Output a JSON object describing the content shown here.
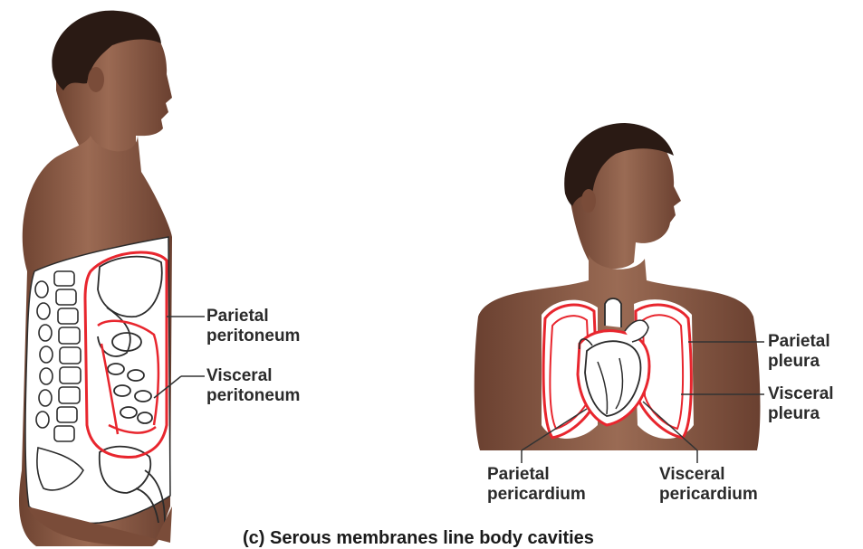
{
  "labels": {
    "parietal_peritoneum": [
      "Parietal",
      "peritoneum"
    ],
    "visceral_peritoneum": [
      "Visceral",
      "peritoneum"
    ],
    "parietal_pleura": [
      "Parietal",
      "pleura"
    ],
    "visceral_pleura": [
      "Visceral",
      "pleura"
    ],
    "parietal_pericardium": [
      "Parietal",
      "pericardium"
    ],
    "visceral_pericardium": [
      "Visceral",
      "pericardium"
    ]
  },
  "caption": "(c) Serous membranes line body cavities",
  "colors": {
    "skin": "#8a5a45",
    "skin_shadow": "#5e3a2b",
    "hair": "#2a1a14",
    "membrane": "#e8262e",
    "outline": "#2b2b2b",
    "leader": "#333333"
  }
}
